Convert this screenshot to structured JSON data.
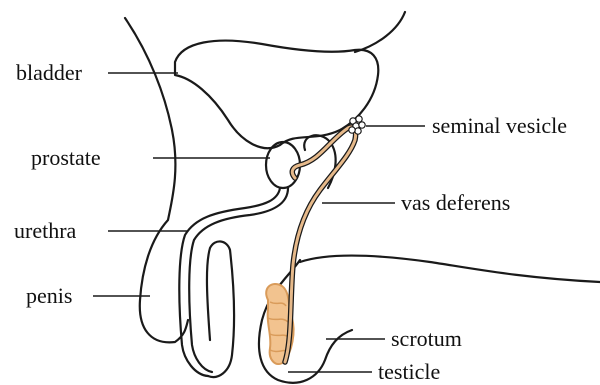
{
  "colors": {
    "outline": "#1a1a1a",
    "duct": "#e6b98a",
    "testicle": "#f2c38f",
    "background": "#ffffff"
  },
  "labels": {
    "bladder": "bladder",
    "prostate": "prostate",
    "urethra": "urethra",
    "penis": "penis",
    "seminal_vesicle": "seminal vesicle",
    "vas_deferens": "vas deferens",
    "scrotum": "scrotum",
    "testicle": "testicle"
  }
}
